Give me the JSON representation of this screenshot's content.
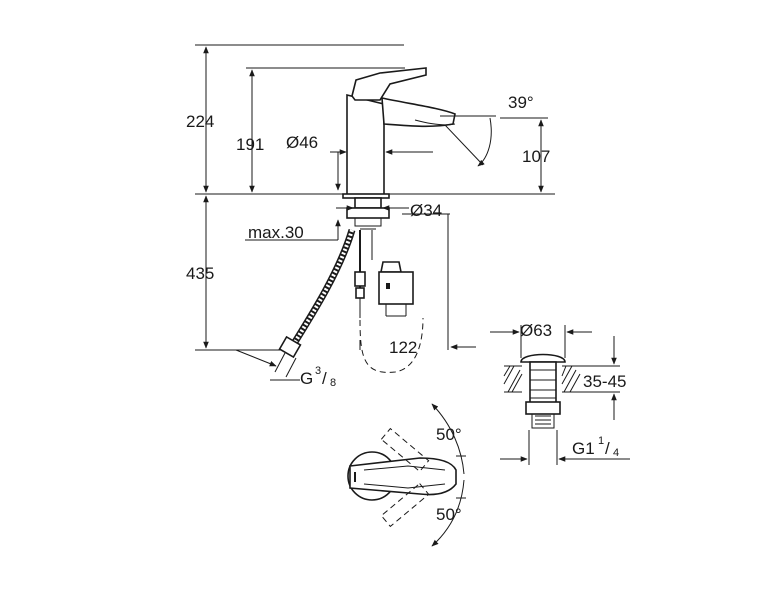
{
  "labels": {
    "h224": "224",
    "h191": "191",
    "d46": "Ø46",
    "ang39": "39°",
    "h107": "107",
    "d34": "Ø34",
    "max30": "max.30",
    "h435": "435",
    "w122": "122",
    "g_base": "G",
    "g_num": "3",
    "g_den": "8",
    "d63": "Ø63",
    "r3545": "35-45",
    "g1_base": "G1",
    "g1_num": "1",
    "g1_den": "4",
    "ang50_top": "50°",
    "ang50_bottom": "50°"
  }
}
